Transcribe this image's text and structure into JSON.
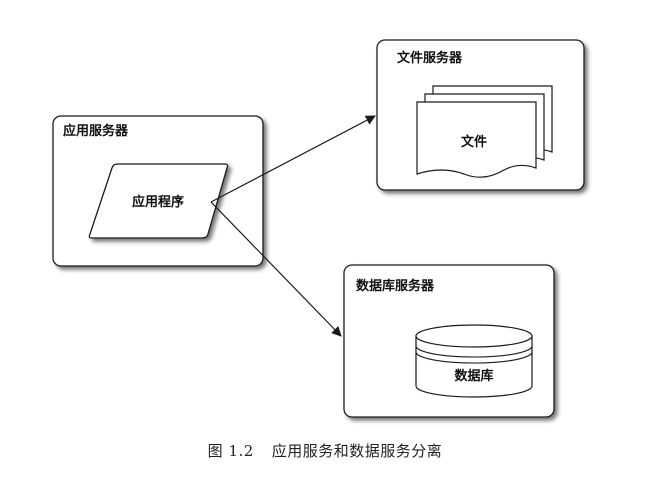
{
  "app_server": {
    "title": "应用服务器",
    "program_label": "应用程序"
  },
  "file_server": {
    "title": "文件服务器",
    "file_label": "文件"
  },
  "db_server": {
    "title": "数据库服务器",
    "db_label": "数据库"
  },
  "caption": {
    "figure_number": "图 1.2",
    "text": "应用服务和数据服务分离"
  },
  "colors": {
    "stroke": "#1a1a1a",
    "shadow": "#777777",
    "fill": "#ffffff"
  }
}
